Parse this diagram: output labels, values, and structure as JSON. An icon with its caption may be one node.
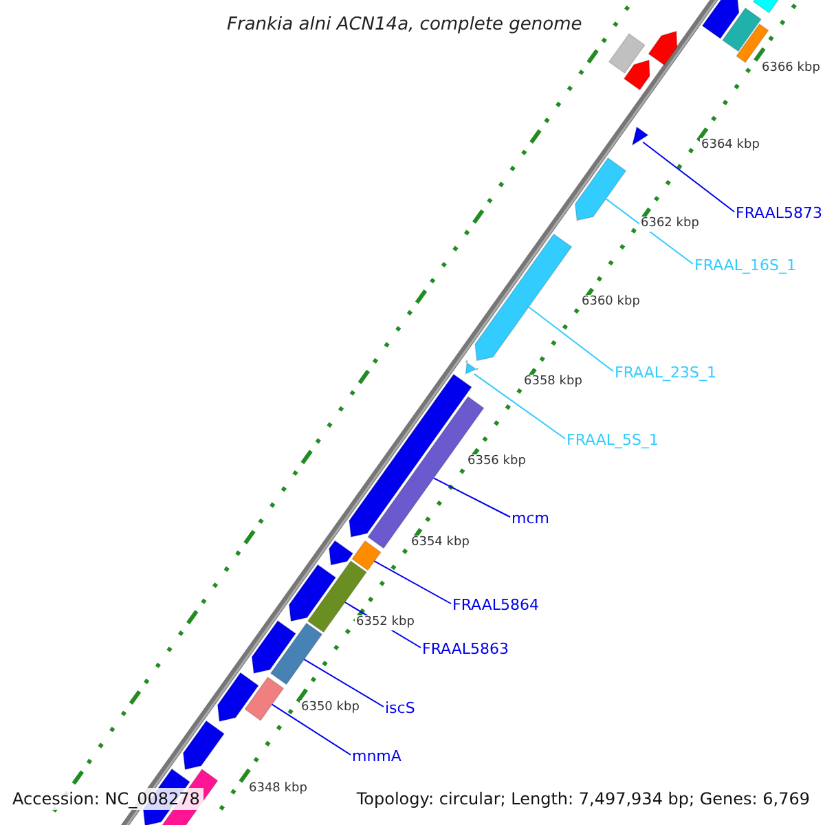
{
  "diagram": {
    "title": "Frankia alni ACN14a, complete genome",
    "nodes": [
      {
        "text": [
          "FRAAL5873"
        ]
      },
      {
        "text": [
          "FRAAL_16S_1"
        ]
      },
      {
        "text": [
          "FRAAL_23S_1"
        ]
      },
      {
        "text": [
          "FRAAL_5S_1"
        ]
      },
      {
        "text": [
          "mcm"
        ]
      },
      {
        "text": [
          "FRAAL5864"
        ]
      },
      {
        "text": [
          "FRAAL5863"
        ]
      },
      {
        "text": [
          "iscS"
        ]
      },
      {
        "text": [
          "mnmA"
        ]
      },
      {
        "text": [],
        "shape": "triangle"
      },
      {
        "text": [],
        "shape": "bar"
      },
      {
        "text": [],
        "shape": "bar"
      },
      {
        "text": [],
        "shape": "bar"
      },
      {
        "text": [],
        "shape": "bar"
      },
      {
        "text": [],
        "shape": "bar"
      },
      {
        "text": [],
        "shape": "bar"
      },
      {
        "text": [],
        "shape": "bar"
      },
      {
        "text": [],
        "shape": "bar"
      }
    ],
    "edges": [
      {
        "from": 0,
        "to": 9,
        "arrow": "none"
      },
      {
        "from": 1,
        "to": 10,
        "arrow": "none",
        "color": "#33ccff"
      },
      {
        "from": 2,
        "to": 11,
        "arrow": "none",
        "color": "#33ccff"
      },
      {
        "from": 3,
        "to": 12,
        "arrow": "none",
        "color": "#33ccff"
      },
      {
        "from": 4,
        "to": 13,
        "arrow": "none"
      },
      {
        "from": 5,
        "to": 14,
        "arrow": "none"
      },
      {
        "from": 6,
        "to": 15,
        "arrow": "none"
      },
      {
        "from": 7,
        "to": 16,
        "arrow": "none"
      },
      {
        "from": 8,
        "to": 17,
        "arrow": "none"
      }
    ],
    "labels": [
      "6366 kbp",
      "6364 kbp",
      "6362 kbp",
      "6360 kbp",
      "6358 kbp",
      "6356 kbp",
      "6354 kbp",
      "6352 kbp",
      "6350 kbp",
      "6348 kbp",
      "Accession: NC_008278",
      "Topology: circular; Length: 7,497,934 bp; Genes: 6,769"
    ]
  }
}
